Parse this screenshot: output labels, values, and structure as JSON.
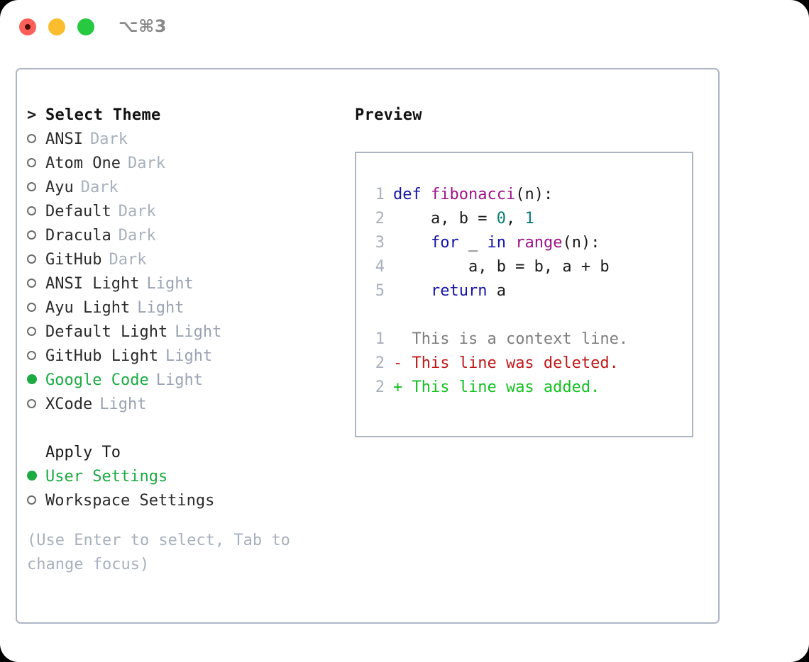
{
  "titlebar": {
    "shortcut": "⌥⌘3",
    "buttons": [
      {
        "name": "close",
        "color": "#fb5f57"
      },
      {
        "name": "minimize",
        "color": "#fbbd2e"
      },
      {
        "name": "maximize",
        "color": "#26c940"
      }
    ]
  },
  "theme_picker": {
    "header_marker": ">",
    "header": "Select Theme",
    "marker_selected": "●",
    "marker_unselected": "○",
    "items": [
      {
        "label": "ANSI",
        "variant": "Dark",
        "selected": false
      },
      {
        "label": "Atom One",
        "variant": "Dark",
        "selected": false
      },
      {
        "label": "Ayu",
        "variant": "Dark",
        "selected": false
      },
      {
        "label": "Default",
        "variant": "Dark",
        "selected": false
      },
      {
        "label": "Dracula",
        "variant": "Dark",
        "selected": false
      },
      {
        "label": "GitHub",
        "variant": "Dark",
        "selected": false
      },
      {
        "label": "ANSI Light",
        "variant": "Light",
        "selected": false
      },
      {
        "label": "Ayu Light",
        "variant": "Light",
        "selected": false
      },
      {
        "label": "Default Light",
        "variant": "Light",
        "selected": false
      },
      {
        "label": "GitHub Light",
        "variant": "Light",
        "selected": false
      },
      {
        "label": "Google Code",
        "variant": "Light",
        "selected": true
      },
      {
        "label": "XCode",
        "variant": "Light",
        "selected": false
      }
    ]
  },
  "apply_to": {
    "title": "Apply To",
    "options": [
      {
        "label": "User Settings",
        "selected": true
      },
      {
        "label": "Workspace Settings",
        "selected": false
      }
    ]
  },
  "hint": "(Use Enter to select, Tab to change focus)",
  "preview": {
    "title": "Preview",
    "code_lines": [
      {
        "number": "1",
        "tokens": [
          {
            "t": "def",
            "k": "kw"
          },
          {
            "t": " ",
            "k": "plain"
          },
          {
            "t": "fibonacci",
            "k": "fn"
          },
          {
            "t": "(n):",
            "k": "plain"
          }
        ]
      },
      {
        "number": "2",
        "tokens": [
          {
            "t": "    a, b = ",
            "k": "plain"
          },
          {
            "t": "0",
            "k": "num"
          },
          {
            "t": ", ",
            "k": "plain"
          },
          {
            "t": "1",
            "k": "num"
          }
        ]
      },
      {
        "number": "3",
        "tokens": [
          {
            "t": "    ",
            "k": "plain"
          },
          {
            "t": "for",
            "k": "kw"
          },
          {
            "t": " _ ",
            "k": "plain"
          },
          {
            "t": "in",
            "k": "kw"
          },
          {
            "t": " ",
            "k": "plain"
          },
          {
            "t": "range",
            "k": "fn"
          },
          {
            "t": "(n):",
            "k": "plain"
          }
        ]
      },
      {
        "number": "4",
        "tokens": [
          {
            "t": "        a, b = b, a + b",
            "k": "plain"
          }
        ]
      },
      {
        "number": "5",
        "tokens": [
          {
            "t": "    ",
            "k": "plain"
          },
          {
            "t": "return",
            "k": "kw"
          },
          {
            "t": " a",
            "k": "plain"
          }
        ]
      }
    ],
    "diff_lines": [
      {
        "number": "1",
        "sign": " ",
        "text": " This is a context line.",
        "kind": "ctx"
      },
      {
        "number": "2",
        "sign": "-",
        "text": " This line was deleted.",
        "kind": "del"
      },
      {
        "number": "2",
        "sign": "+",
        "text": " This line was added.",
        "kind": "add"
      }
    ]
  },
  "colors": {
    "accent_green": "#1cab42",
    "border": "#adb5c4",
    "muted": "#a8b0bd",
    "keyword": "#1414a8",
    "function": "#9e1288",
    "number": "#0b7d76",
    "diff_add": "#14c221",
    "diff_del": "#c0191a",
    "diff_ctx": "#7d7d7d"
  }
}
